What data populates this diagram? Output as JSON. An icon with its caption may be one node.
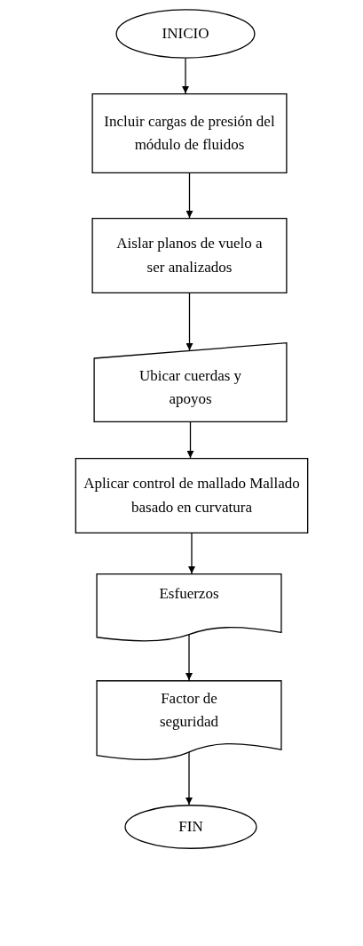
{
  "diagram": {
    "nodes": [
      {
        "text": [
          "INICIO"
        ]
      },
      {
        "text": [
          "Incluir cargas de presión del módulo de fluidos"
        ]
      },
      {
        "text": [
          "Aislar planos de vuelo a ser analizados"
        ]
      },
      {
        "text": [
          "Ubicar cuerdas y apoyos"
        ]
      },
      {
        "text": [
          "Aplicar control de mallado Mallado basado en curvatura"
        ]
      },
      {
        "text": [
          "Esfuerzos"
        ]
      },
      {
        "text": [
          "Factor de seguridad"
        ]
      },
      {
        "text": [
          "FIN"
        ]
      }
    ],
    "edges": [
      {
        "from": 0,
        "to": 1,
        "arrow": "to"
      },
      {
        "from": 1,
        "to": 2,
        "arrow": "to"
      },
      {
        "from": 2,
        "to": 3,
        "arrow": "to"
      },
      {
        "from": 3,
        "to": 4,
        "arrow": "to"
      },
      {
        "from": 4,
        "to": 5,
        "arrow": "to"
      },
      {
        "from": 5,
        "to": 6,
        "arrow": "to"
      },
      {
        "from": 6,
        "to": 7,
        "arrow": "to"
      }
    ]
  }
}
